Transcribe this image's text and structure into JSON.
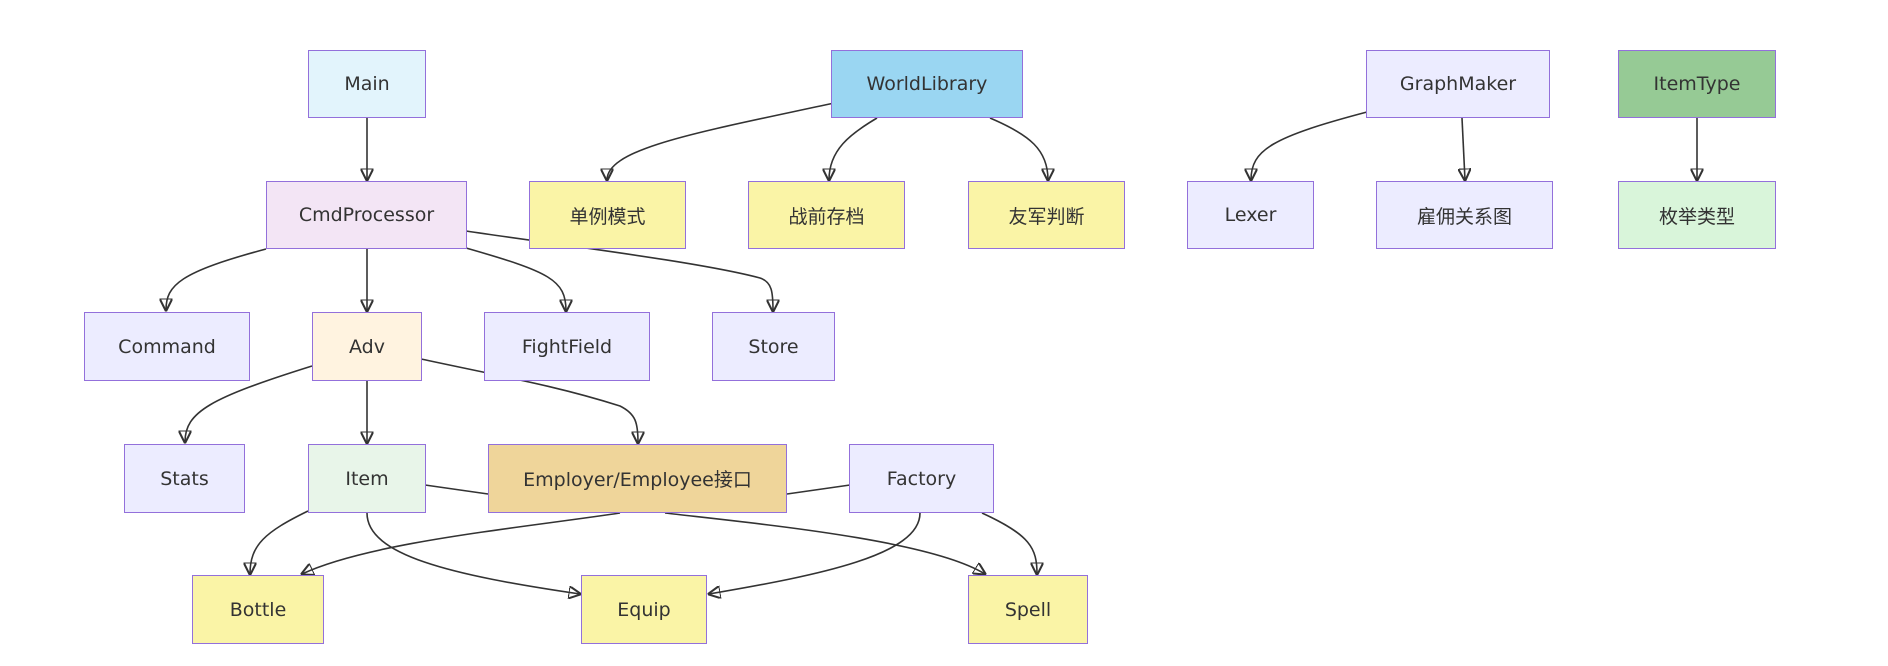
{
  "diagram": {
    "nodes": {
      "main": "Main",
      "cmd_processor": "CmdProcessor",
      "command": "Command",
      "adv": "Adv",
      "fight_field": "FightField",
      "store": "Store",
      "stats": "Stats",
      "item": "Item",
      "employer": "Employer/Employee接口",
      "factory": "Factory",
      "bottle": "Bottle",
      "equip": "Equip",
      "spell": "Spell",
      "world_library": "WorldLibrary",
      "singleton": "单例模式",
      "prewar_save": "战前存档",
      "friendly_check": "友军判断",
      "graph_maker": "GraphMaker",
      "lexer": "Lexer",
      "hire_graph": "雇佣关系图",
      "item_type": "ItemType",
      "enum_type": "枚举类型"
    },
    "colors": {
      "border": "#9370DB",
      "edge": "#333333",
      "default_fill": "#ECECFF",
      "leaf_fill": "#FAF4A6",
      "main_fill": "#E2F4FC",
      "cmd_fill": "#F3E5F5",
      "adv_fill": "#FFF3E0",
      "item_fill": "#E8F5E9",
      "world_fill": "#9AD6F2",
      "employer_fill": "#EFD59A",
      "itemtype_fill": "#96CA95",
      "enum_fill": "#D9F5DA"
    },
    "edges": [
      {
        "from": "main",
        "to": "cmd_processor",
        "arrow": true
      },
      {
        "from": "cmd_processor",
        "to": "command",
        "arrow": true
      },
      {
        "from": "cmd_processor",
        "to": "adv",
        "arrow": true
      },
      {
        "from": "cmd_processor",
        "to": "fight_field",
        "arrow": true
      },
      {
        "from": "cmd_processor",
        "to": "store",
        "arrow": true
      },
      {
        "from": "adv",
        "to": "stats",
        "arrow": true
      },
      {
        "from": "adv",
        "to": "item",
        "arrow": true
      },
      {
        "from": "adv",
        "to": "employer",
        "arrow": true
      },
      {
        "from": "item",
        "to": "employer",
        "arrow": false
      },
      {
        "from": "factory",
        "to": "employer",
        "arrow": false
      },
      {
        "from": "item",
        "to": "bottle",
        "arrow": true
      },
      {
        "from": "item",
        "to": "equip",
        "arrow": true
      },
      {
        "from": "employer",
        "to": "bottle",
        "arrow": true
      },
      {
        "from": "employer",
        "to": "spell",
        "arrow": true
      },
      {
        "from": "factory",
        "to": "equip",
        "arrow": true
      },
      {
        "from": "factory",
        "to": "spell",
        "arrow": true
      },
      {
        "from": "world_library",
        "to": "singleton",
        "arrow": true
      },
      {
        "from": "world_library",
        "to": "prewar_save",
        "arrow": true
      },
      {
        "from": "world_library",
        "to": "friendly_check",
        "arrow": true
      },
      {
        "from": "graph_maker",
        "to": "lexer",
        "arrow": true
      },
      {
        "from": "graph_maker",
        "to": "hire_graph",
        "arrow": true
      },
      {
        "from": "item_type",
        "to": "enum_type",
        "arrow": true
      }
    ]
  }
}
